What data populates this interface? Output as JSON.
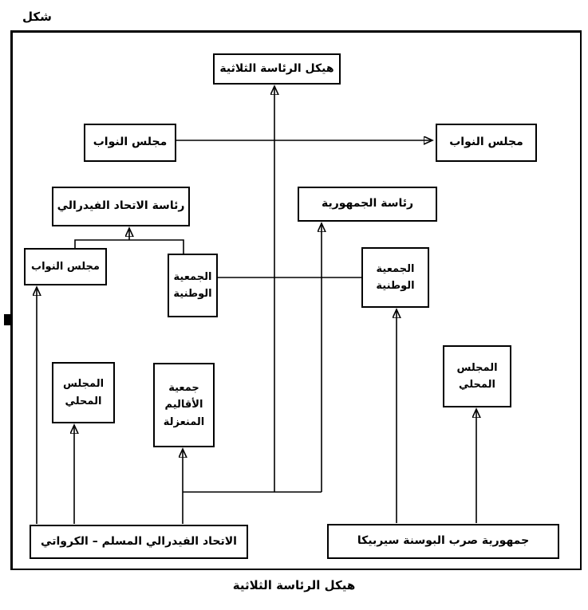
{
  "page": {
    "figure_label": "شكل",
    "caption": "هيكل الرئاسة الثلاثية"
  },
  "diagram": {
    "direction": "rtl",
    "line_color": "#000000",
    "box_background": "#ffffff",
    "box_border_color": "#000000",
    "nodes": [
      {
        "id": "triple-presidency-structure",
        "label": "هيكل الرئاسة الثلاثية"
      },
      {
        "id": "deputies-row2-left",
        "label": "مجلس النواب"
      },
      {
        "id": "deputies-row2-right",
        "label": "مجلس النواب"
      },
      {
        "id": "federal-union-presidency",
        "label": "رئاسة الاتحاد الفيدرالي"
      },
      {
        "id": "republic-presidency",
        "label": "رئاسة الجمهورية"
      },
      {
        "id": "deputies-row4-left",
        "label": "مجلس النواب"
      },
      {
        "id": "national-assembly-left",
        "label": "الجمعية الوطنية"
      },
      {
        "id": "national-assembly-right",
        "label": "الجمعية الوطنية"
      },
      {
        "id": "local-council-left",
        "label": "المجلس المحلي"
      },
      {
        "id": "isolated-regions-assembly",
        "label": "جمعية الأقاليم المنعزلة"
      },
      {
        "id": "local-council-right",
        "label": "المجلس المحلي"
      },
      {
        "id": "muslim-croat-federation",
        "label": "الاتحاد الفيدرالي المسلم – الكرواتي"
      },
      {
        "id": "serb-republic",
        "label": "جمهورية صرب البوسنة سيربيكا"
      }
    ],
    "edges": [
      {
        "from": "deputies-row2-left",
        "to": "deputies-row2-right",
        "arrow": true
      },
      {
        "from": "muslim-croat-federation",
        "to": "triple-presidency-structure",
        "arrow": true
      },
      {
        "from": "muslim-croat-federation",
        "to": "republic-presidency",
        "arrow": true
      },
      {
        "from": "muslim-croat-federation",
        "to": "isolated-regions-assembly",
        "arrow": true
      },
      {
        "from": "muslim-croat-federation",
        "to": "local-council-left",
        "arrow": true
      },
      {
        "from": "muslim-croat-federation",
        "to": "deputies-row4-left",
        "arrow": true
      },
      {
        "from": "deputies-row4-left",
        "to": "federal-union-presidency",
        "arrow": true
      },
      {
        "from": "national-assembly-left",
        "to": "federal-union-presidency",
        "arrow": true
      },
      {
        "from": "national-assembly-left",
        "to": "national-assembly-right",
        "arrow": false
      },
      {
        "from": "serb-republic",
        "to": "national-assembly-right",
        "arrow": true
      },
      {
        "from": "serb-republic",
        "to": "local-council-right",
        "arrow": true
      }
    ]
  }
}
